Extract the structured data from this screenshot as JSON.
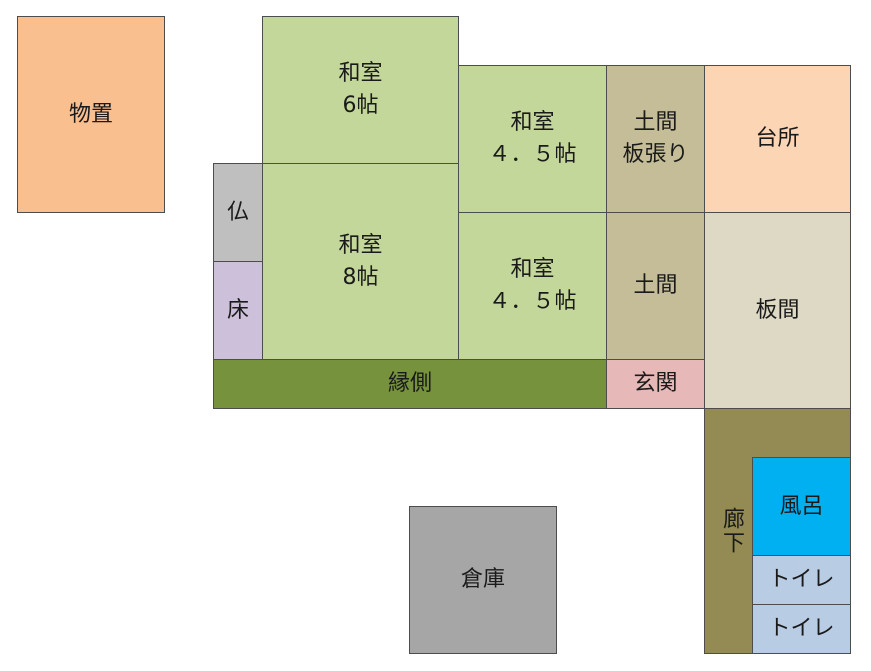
{
  "rooms": {
    "monooki": {
      "label": "物置",
      "color": "#f9bf8f"
    },
    "washitsu_6": {
      "label": "和室\n6帖",
      "color": "#c4d79b"
    },
    "washitsu_45_top": {
      "label": "和室\n４．５帖",
      "color": "#c4d79b"
    },
    "doma_itabari": {
      "label": "土間\n板張り",
      "color": "#c4bd97"
    },
    "daidokoro": {
      "label": "台所",
      "color": "#fcd5b4"
    },
    "butsuma": {
      "label": "仏",
      "color": "#bfbfbf"
    },
    "toko": {
      "label": "床",
      "color": "#ccc0da"
    },
    "washitsu_8": {
      "label": "和室\n8帖",
      "color": "#c4d79b"
    },
    "washitsu_45_bottom": {
      "label": "和室\n４．５帖",
      "color": "#c4d79b"
    },
    "doma": {
      "label": "土間",
      "color": "#c4bd97"
    },
    "itama": {
      "label": "板間",
      "color": "#ddd9c4"
    },
    "engawa": {
      "label": "縁側",
      "color": "#76923c"
    },
    "genkan": {
      "label": "玄関",
      "color": "#e6b8b7"
    },
    "rouka": {
      "label": "廊下",
      "color": "#948a54"
    },
    "furo": {
      "label": "風呂",
      "color": "#00b0f0"
    },
    "toilet_1": {
      "label": "トイレ",
      "color": "#b8cce4"
    },
    "toilet_2": {
      "label": "トイレ",
      "color": "#b8cce4"
    },
    "souko": {
      "label": "倉庫",
      "color": "#a6a6a6"
    }
  }
}
